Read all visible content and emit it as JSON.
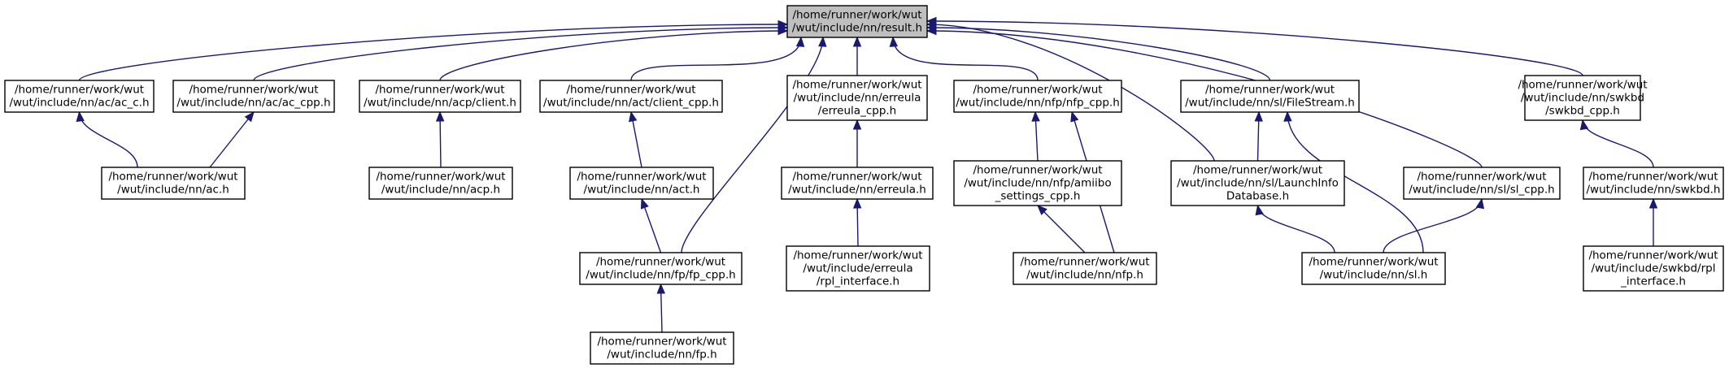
{
  "colors": {
    "edge": "#191970",
    "root_fill": "#bfbfbf",
    "node_fill": "#ffffff",
    "border": "#000000"
  },
  "nodes": {
    "result": [
      "/home/runner/work/wut",
      "/wut/include/nn/result.h"
    ],
    "ac_c": [
      "/home/runner/work/wut",
      "/wut/include/nn/ac/ac_c.h"
    ],
    "ac_cpp": [
      "/home/runner/work/wut",
      "/wut/include/nn/ac/ac_cpp.h"
    ],
    "acp_client": [
      "/home/runner/work/wut",
      "/wut/include/nn/acp/client.h"
    ],
    "act_client_cpp": [
      "/home/runner/work/wut",
      "/wut/include/nn/act/client_cpp.h"
    ],
    "erreula_cpp": [
      "/home/runner/work/wut",
      "/wut/include/nn/erreula",
      "/erreula_cpp.h"
    ],
    "nfp_cpp": [
      "/home/runner/work/wut",
      "/wut/include/nn/nfp/nfp_cpp.h"
    ],
    "filestream": [
      "/home/runner/work/wut",
      "/wut/include/nn/sl/FileStream.h"
    ],
    "swkbd_cpp": [
      "/home/runner/work/wut",
      "/wut/include/nn/swkbd",
      "/swkbd_cpp.h"
    ],
    "ac": [
      "/home/runner/work/wut",
      "/wut/include/nn/ac.h"
    ],
    "acp": [
      "/home/runner/work/wut",
      "/wut/include/nn/acp.h"
    ],
    "act": [
      "/home/runner/work/wut",
      "/wut/include/nn/act.h"
    ],
    "erreula": [
      "/home/runner/work/wut",
      "/wut/include/nn/erreula.h"
    ],
    "amiibo": [
      "/home/runner/work/wut",
      "/wut/include/nn/nfp/amiibo",
      "_settings_cpp.h"
    ],
    "launchinfo": [
      "/home/runner/work/wut",
      "/wut/include/nn/sl/LaunchInfo",
      "Database.h"
    ],
    "sl_cpp": [
      "/home/runner/work/wut",
      "/wut/include/nn/sl/sl_cpp.h"
    ],
    "swkbd": [
      "/home/runner/work/wut",
      "/wut/include/nn/swkbd.h"
    ],
    "fp_cpp": [
      "/home/runner/work/wut",
      "/wut/include/nn/fp/fp_cpp.h"
    ],
    "rpl_erreula": [
      "/home/runner/work/wut",
      "/wut/include/erreula",
      "/rpl_interface.h"
    ],
    "nfp": [
      "/home/runner/work/wut",
      "/wut/include/nn/nfp.h"
    ],
    "sl": [
      "/home/runner/work/wut",
      "/wut/include/nn/sl.h"
    ],
    "fp": [
      "/home/runner/work/wut",
      "/wut/include/nn/fp.h"
    ],
    "rpl_swkbd": [
      "/home/runner/work/wut",
      "/wut/include/swkbd/rpl",
      "_interface.h"
    ]
  },
  "edges": [
    [
      "ac_c",
      "result"
    ],
    [
      "ac_cpp",
      "result"
    ],
    [
      "acp_client",
      "result"
    ],
    [
      "act_client_cpp",
      "result"
    ],
    [
      "fp_cpp",
      "result"
    ],
    [
      "erreula_cpp",
      "result"
    ],
    [
      "nfp_cpp",
      "result"
    ],
    [
      "launchinfo",
      "result"
    ],
    [
      "filestream",
      "result"
    ],
    [
      "sl_cpp",
      "result"
    ],
    [
      "swkbd_cpp",
      "result"
    ],
    [
      "ac",
      "ac_c"
    ],
    [
      "ac",
      "ac_cpp"
    ],
    [
      "acp",
      "acp_client"
    ],
    [
      "act",
      "act_client_cpp"
    ],
    [
      "erreula",
      "erreula_cpp"
    ],
    [
      "amiibo",
      "nfp_cpp"
    ],
    [
      "nfp",
      "nfp_cpp"
    ],
    [
      "launchinfo",
      "filestream"
    ],
    [
      "sl",
      "filestream"
    ],
    [
      "swkbd",
      "swkbd_cpp"
    ],
    [
      "fp_cpp",
      "act"
    ],
    [
      "rpl_erreula",
      "erreula"
    ],
    [
      "nfp",
      "amiibo"
    ],
    [
      "sl",
      "launchinfo"
    ],
    [
      "sl",
      "sl_cpp"
    ],
    [
      "rpl_swkbd",
      "swkbd"
    ],
    [
      "fp",
      "fp_cpp"
    ]
  ]
}
